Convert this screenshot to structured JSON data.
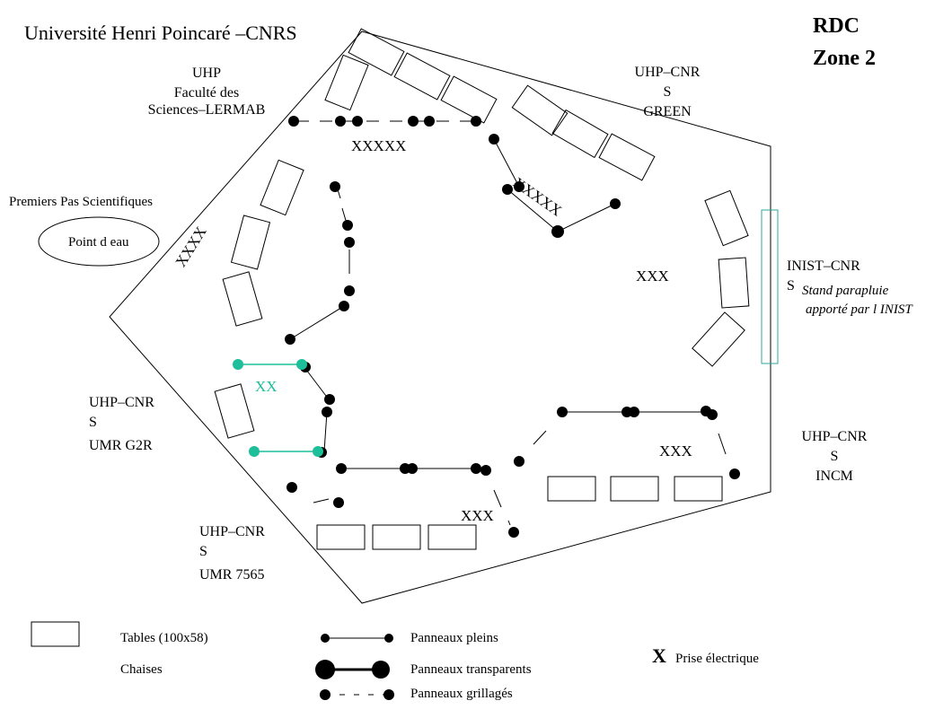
{
  "header": {
    "title": "Université Henri Poincaré –CNRS",
    "level": "RDC",
    "zone": "Zone 2"
  },
  "colors": {
    "line": "#000000",
    "accent_teal": "#1dbf9a",
    "stand_outline": "#2aa89a",
    "background": "#ffffff"
  },
  "stands": {
    "lermab": [
      "UHP",
      "Faculté des",
      "Sciences–LERMAB"
    ],
    "green": [
      "UHP–CNR",
      "S",
      "GREEN"
    ],
    "premiers_pas": "Premiers Pas Scientifiques",
    "water_point": "Point d eau",
    "inist": [
      "INIST–CNR",
      "S"
    ],
    "inist_note": [
      "Stand parapluie",
      "apporté par l INIST"
    ],
    "g2r": [
      "UHP–CNR",
      "S",
      "UMR G2R"
    ],
    "incm": [
      "UHP–CNR",
      "S",
      "INCM"
    ],
    "umr7565": [
      "UHP–CNR",
      "S",
      "UMR 7565"
    ]
  },
  "outlets": {
    "top": "XXXXX",
    "diagonal_right": "XXXXX",
    "diagonal_left": "XXXX",
    "center_right": "XXX",
    "teal": "XX",
    "bottom_right": "XXX",
    "bottom_center": "XXX"
  },
  "legend": {
    "tables": "Tables (100x58)",
    "chairs": "Chaises",
    "solid_panels": "Panneaux pleins",
    "transparent_panels": "Panneaux transparents",
    "mesh_panels": "Panneaux grillagés",
    "outlet_symbol": "X",
    "outlet_label": "Prise électrique"
  }
}
